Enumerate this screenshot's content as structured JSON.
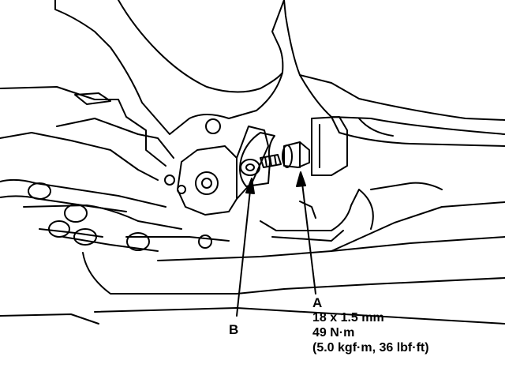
{
  "labels": {
    "b": "B",
    "a": "A",
    "a_spec": [
      "18 x 1.5 mm",
      "49 N·m",
      "(5.0 kgf·m, 36 lbf·ft)"
    ]
  },
  "colors": {
    "ink": "#000000",
    "paper": "#ffffff"
  }
}
